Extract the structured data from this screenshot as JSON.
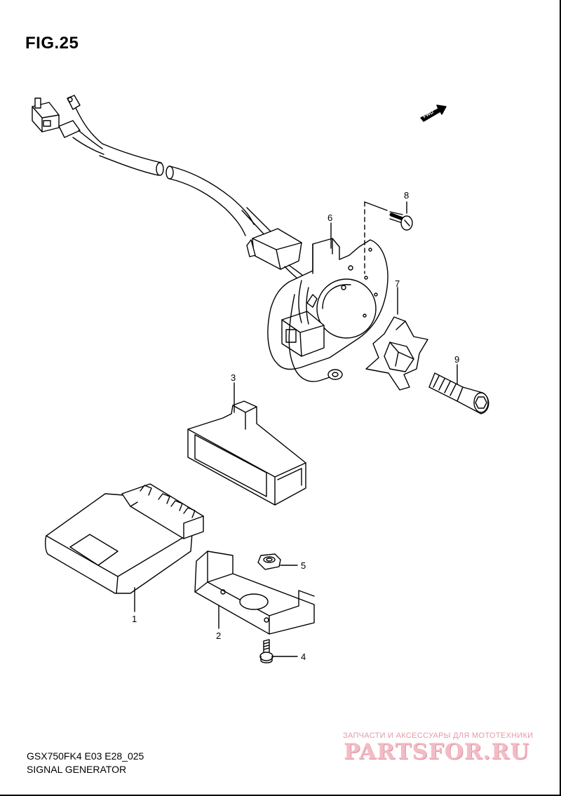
{
  "figure": {
    "title": "FIG.25"
  },
  "fwd_label": "FWD",
  "callouts": [
    {
      "number": "1",
      "name": "callout-1"
    },
    {
      "number": "2",
      "name": "callout-2"
    },
    {
      "number": "3",
      "name": "callout-3"
    },
    {
      "number": "4",
      "name": "callout-4"
    },
    {
      "number": "5",
      "name": "callout-5"
    },
    {
      "number": "6",
      "name": "callout-6"
    },
    {
      "number": "7",
      "name": "callout-7"
    },
    {
      "number": "8",
      "name": "callout-8"
    },
    {
      "number": "9",
      "name": "callout-9"
    }
  ],
  "footer": {
    "model_code": "GSX750FK4 E03 E28_025",
    "section_title": "SIGNAL GENERATOR"
  },
  "watermark": {
    "tagline": "ЗАПЧАСТИ И АКСЕССУАРЫ ДЛЯ МОТОТЕХНИКИ",
    "logo": "PARTSFOR.RU"
  }
}
